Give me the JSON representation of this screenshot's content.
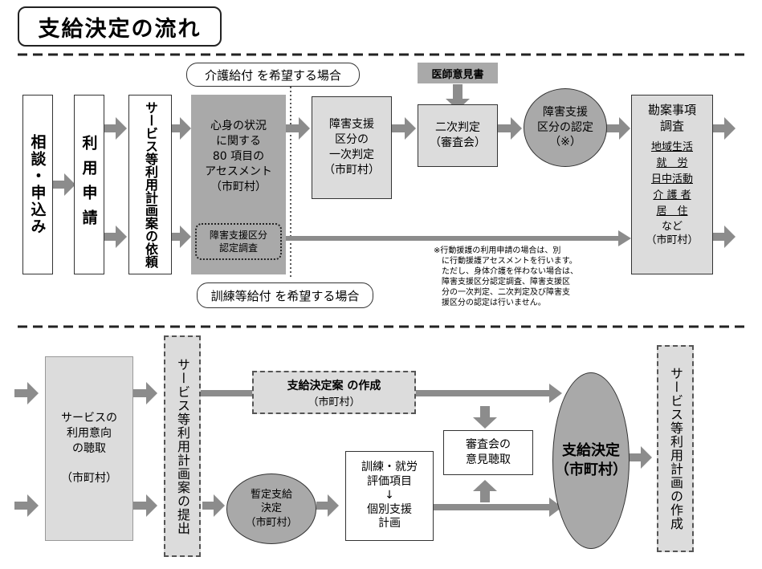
{
  "title": "支給決定の流れ",
  "top": {
    "kaigo_label": "介護給付 を希望する場合",
    "kunren_label": "訓練等給付 を希望する場合",
    "soudan": "相談・申込み",
    "riyou": "利用申請",
    "irai": "サービス等利用計画案の依頼",
    "assess": "心身の状況\nに関する\n80 項目の\nアセスメント\n（市町村）",
    "chousa": "障害支援区分\n認定調査",
    "ichiji": "障害支援\n区分の\n一次判定\n（市町村）",
    "ishi": "医師意見書",
    "niji": "二次判定\n（審査会）",
    "nintei": "障害支援\n区分の認定\n（※）",
    "kanan_title": "勘案事項\n調査",
    "kanan_items": [
      "地域生活",
      "就　労",
      "日中活動",
      "介 護 者",
      "居　住"
    ],
    "kanan_tail": "など\n（市町村）",
    "note": "※行動援護の利用申請の場合は、別\n　に行動援護アセスメントを行います。\n　ただし、身体介護を伴わない場合は、\n　障害支援区分認定調査、障害支援区\n　分の一次判定、二次判定及び障害支\n　援区分の認定は行いません。"
  },
  "bottom": {
    "chousha": "サービスの\n利用意向\nの聴取\n\n（市町村）",
    "teishutsu": "サービス等利用計画案の提出",
    "sakusei": "支給決定案 の作成",
    "sakusei_sub": "（市町村）",
    "zantei": "暫定支給\n決定\n（市町村）",
    "kunren": "訓練・就労\n評価項目\n↓\n個別支援\n計画",
    "shinsakai": "審査会の\n意見聴取",
    "kettei": "支給決定\n（市町村）",
    "keikaku": "サービス等利用計画の作成"
  }
}
